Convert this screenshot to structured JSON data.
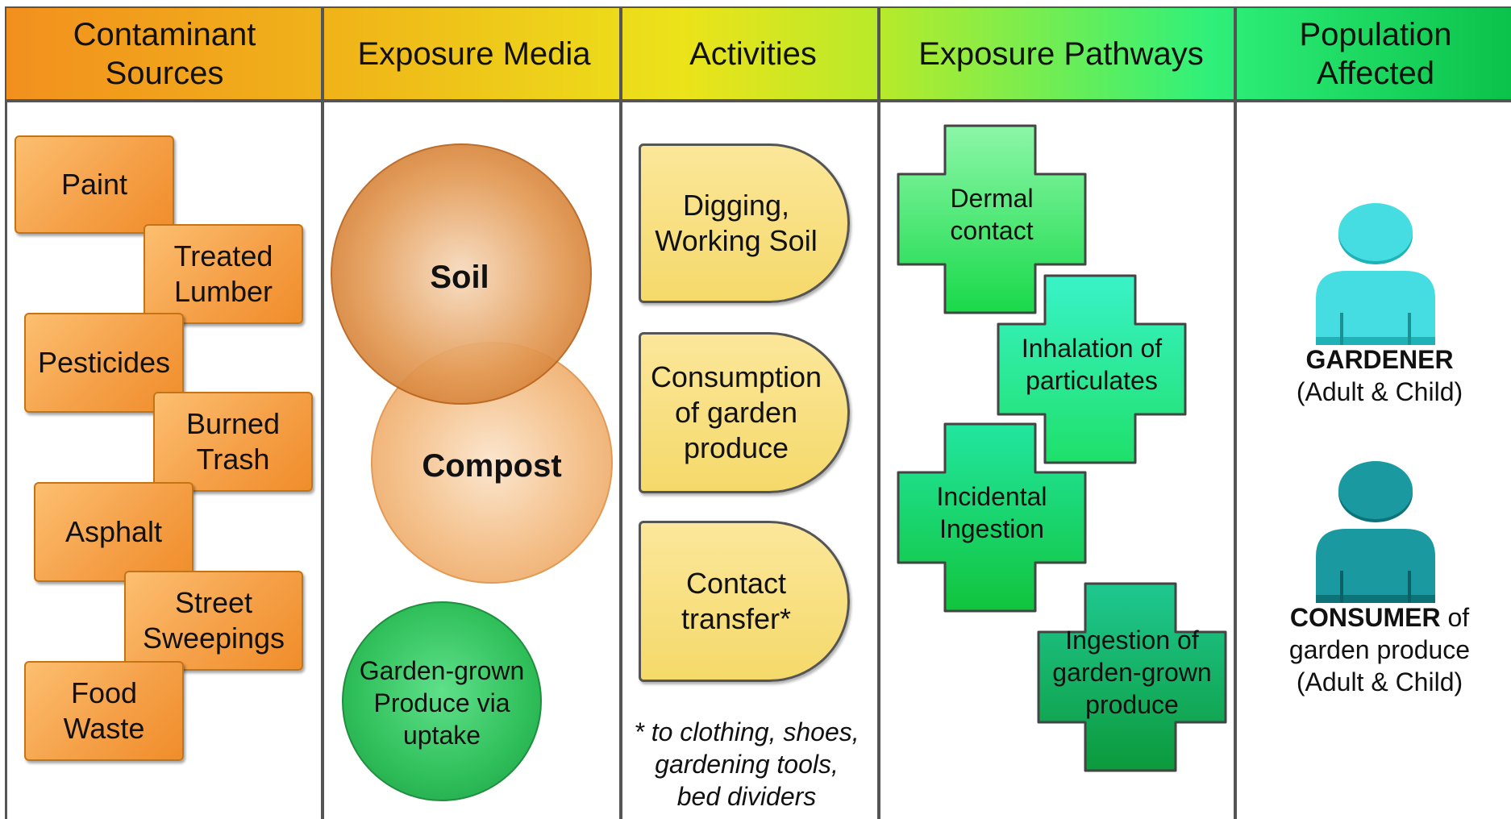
{
  "headers": [
    "Contaminant\nSources",
    "Exposure Media",
    "Activities",
    "Exposure Pathways",
    "Population\nAffected"
  ],
  "sources": [
    "Paint",
    "Treated\nLumber",
    "Pesticides",
    "Burned\nTrash",
    "Asphalt",
    "Street\nSweepings",
    "Food\nWaste"
  ],
  "media": {
    "soil": "Soil",
    "compost": "Compost",
    "produce": "Garden-grown\nProduce via\nuptake"
  },
  "activities": [
    "Digging,\nWorking Soil",
    "Consumption\nof garden\nproduce",
    "Contact\ntransfer*"
  ],
  "activities_note": "* to clothing, shoes,\ngardening tools,\nbed dividers",
  "pathways": [
    "Dermal\ncontact",
    "Inhalation of\nparticulates",
    "Incidental\nIngestion",
    "Ingestion of\ngarden-grown\nproduce"
  ],
  "population": {
    "gardener_name": "GARDENER",
    "gardener_sub": "(Adult & Child)",
    "consumer_name": "CONSUMER",
    "consumer_of": " of",
    "consumer_sub": "garden produce\n(Adult & Child)"
  },
  "colors": {
    "source_fill": "#f5a048",
    "soil": "#d27a2a",
    "compost": "#f4c08a",
    "produce": "#2fbf5a",
    "activity": "#f5d96a",
    "gardener": "#3dd8dc",
    "consumer": "#1a9aa0"
  },
  "icons": [
    "person-gardener-icon",
    "person-consumer-icon"
  ]
}
